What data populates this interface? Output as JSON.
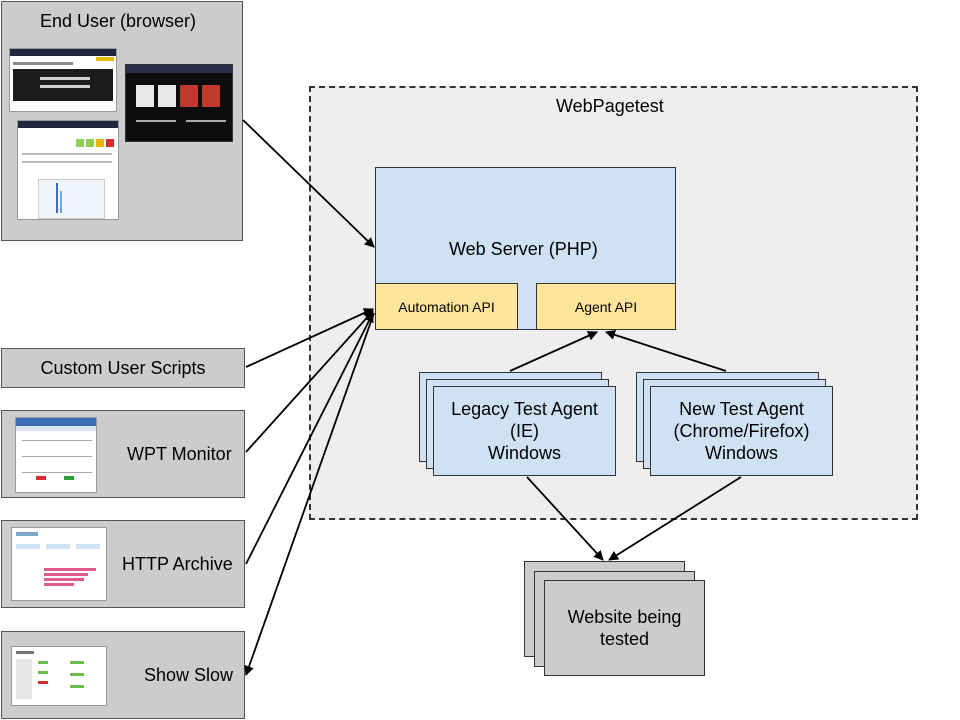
{
  "end_user": {
    "title": "End User (browser)"
  },
  "webpagetest": {
    "title": "WebPagetest"
  },
  "web_server": {
    "title": "Web Server (PHP)",
    "automation_api": "Automation API",
    "agent_api": "Agent API"
  },
  "legacy_agent": {
    "line1": "Legacy Test Agent",
    "line2": "(IE)",
    "line3": "Windows"
  },
  "new_agent": {
    "line1": "New Test Agent",
    "line2": "(Chrome/Firefox)",
    "line3": "Windows"
  },
  "website": {
    "line1": "Website being",
    "line2": "tested"
  },
  "clients": {
    "custom_scripts": "Custom User Scripts",
    "wpt_monitor": "WPT Monitor",
    "http_archive": "HTTP Archive",
    "show_slow": "Show Slow"
  },
  "colors": {
    "blue_box": "#cfe2f3",
    "yellow_api": "#ffe599",
    "gray_box": "#cccccc",
    "container": "#eeeeee"
  }
}
